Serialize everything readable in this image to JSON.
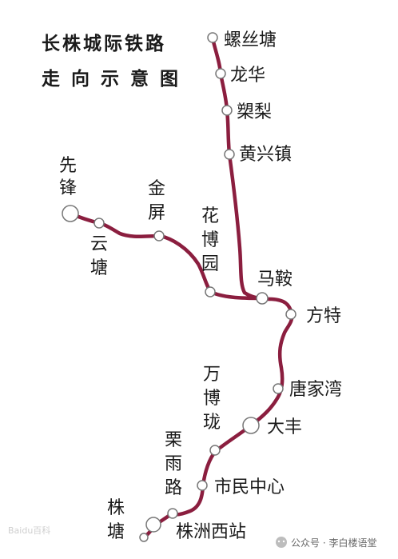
{
  "title": {
    "line1": "长株城际铁路",
    "line2": "走 向 示 意 图"
  },
  "colors": {
    "line": "#8b1e3f",
    "station_fill": "#ffffff",
    "station_stroke": "#777777",
    "text": "#1a1a1a"
  },
  "stations": {
    "luositang": "螺丝塘",
    "longhua": "龙华",
    "sili": "槊梨",
    "huangxingzhen": "黄兴镇",
    "xianfeng": "先锋",
    "yuntang": "云塘",
    "jinping": "金屏",
    "huaboyuan": "花博园",
    "maan": "马鞍",
    "fangte": "方特",
    "tangjiawan": "唐家湾",
    "wanbolong": "万博珑",
    "dafeng": "大丰",
    "liyulu": "栗雨路",
    "shiminzhongxin": "市民中心",
    "zhutang": "株塘",
    "zhuzhouxizhan": "株洲西站"
  },
  "watermark": {
    "account": "公众号 · 李白楼语堂",
    "baidu": "Baidu百科"
  }
}
